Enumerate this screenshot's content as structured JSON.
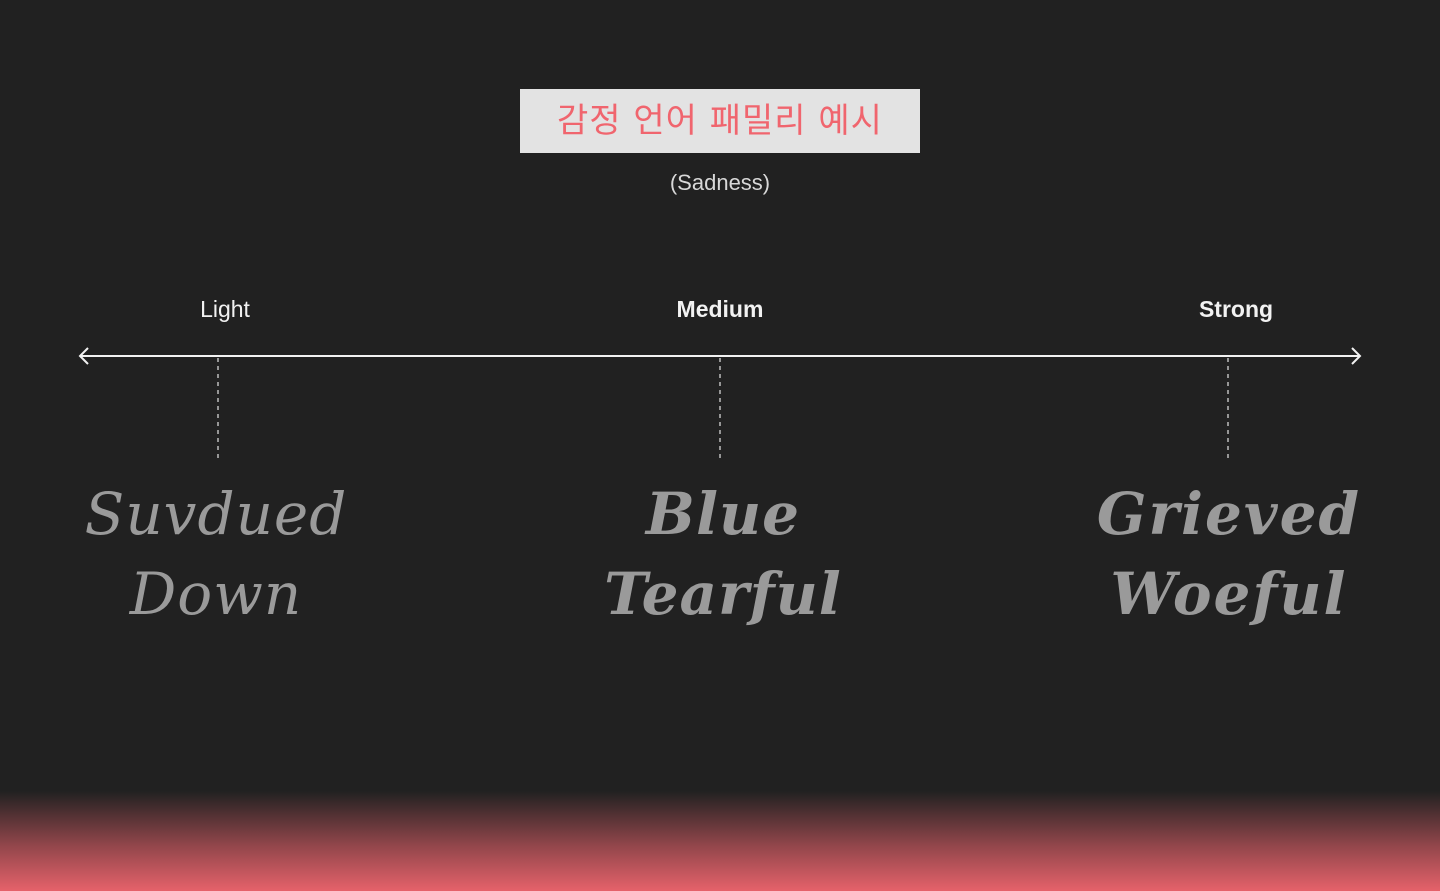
{
  "title": "감정 언어 패밀리 예시",
  "subtitle": "(Sadness)",
  "colors": {
    "background": "#212121",
    "title_box": "#e3e3e3",
    "title_text": "#f0656e",
    "accent_gradient": "#f0656e",
    "word_text": "#9a9a9a"
  },
  "levels": [
    {
      "label": "Light",
      "words": [
        "Suvdued",
        "Down"
      ]
    },
    {
      "label": "Medium",
      "words": [
        "Blue",
        "Tearful"
      ]
    },
    {
      "label": "Strong",
      "words": [
        "Grieved",
        "Woeful"
      ]
    }
  ]
}
